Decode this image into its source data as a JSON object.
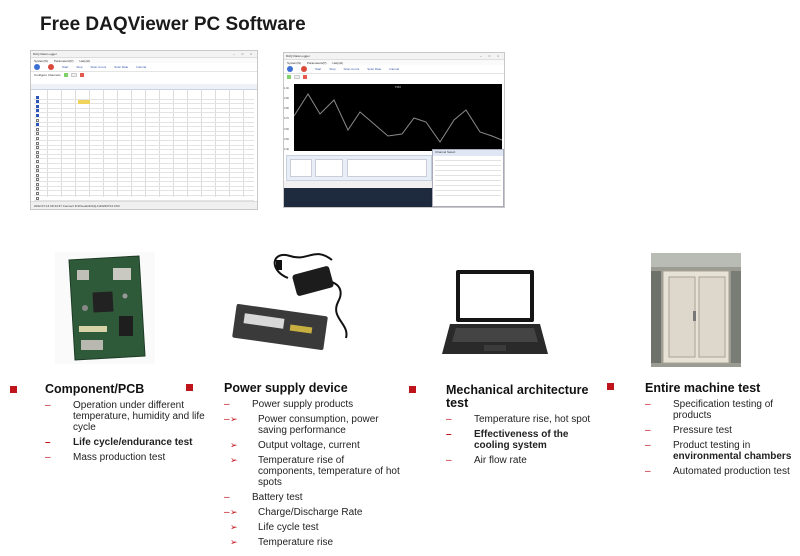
{
  "title": "Free DAQViewer PC Software",
  "screenshot1": {
    "window_title": "DAQ Data Logger",
    "menu": [
      "System(S)",
      "Parameters(P)",
      "Help(H)"
    ],
    "toolbar": [
      "Start",
      "Stop",
      "Scan Count",
      "Scan Rate",
      "Interval"
    ],
    "config_label": "Configure Channels",
    "status_text": "2022-07-14 09:44:37   Connect   D:\\Pseudo\\DAQ-1\\20220714.CSV"
  },
  "screenshot2": {
    "window_title": "DAQ Data Logger",
    "menu": [
      "System(S)",
      "Parameters(P)",
      "Help(H)"
    ],
    "toolbar": [
      "Start",
      "Stop",
      "Scan Count",
      "Scan Rate",
      "Interval"
    ],
    "graph_title": "TMX",
    "y_ticks": [
      "1.00",
      "0.90",
      "0.80",
      "0.70",
      "0.60",
      "0.50",
      "0.40"
    ],
    "popup_title": "Channel Select"
  },
  "columns": [
    {
      "heading": "Component/PCB",
      "items": [
        {
          "text": "Operation under different temperature, humidity and life cycle",
          "bold": false
        },
        {
          "text": "Life cycle/endurance test",
          "bold": true
        },
        {
          "text": "Mass production test",
          "bold": false
        }
      ]
    },
    {
      "heading": "Power supply device",
      "items": [
        {
          "text": "Power supply products",
          "bold": false
        },
        {
          "text": "Power consumption, power saving performance",
          "bold": false
        },
        {
          "text": "Output voltage, current",
          "bold": false
        },
        {
          "text": "Temperature rise of components, temperature of hot spots",
          "bold": false
        },
        {
          "text": "Battery test",
          "bold": false
        },
        {
          "text": "Charge/Discharge Rate",
          "bold": false
        },
        {
          "text": "Life cycle test",
          "bold": false
        },
        {
          "text": "Temperature rise",
          "bold": false
        }
      ]
    },
    {
      "heading": "Mechanical architecture test",
      "items": [
        {
          "text": "Temperature rise, hot spot",
          "bold": false
        },
        {
          "text": "Effectiveness of the cooling system",
          "bold": true
        },
        {
          "text": "Air flow rate",
          "bold": false
        }
      ]
    },
    {
      "heading": "Entire machine test",
      "items": [
        {
          "text": "Specification testing of products",
          "bold": false
        },
        {
          "text": "Pressure test",
          "bold": false
        },
        {
          "text": "Product testing in ",
          "bold": false
        },
        {
          "text": "environmental chambers",
          "bold": true
        },
        {
          "text": "Automated production test",
          "bold": false
        }
      ]
    }
  ],
  "colors": {
    "accent": "#c0141c",
    "graph_bg": "#000000",
    "graph_line": "#8a8a8a"
  }
}
